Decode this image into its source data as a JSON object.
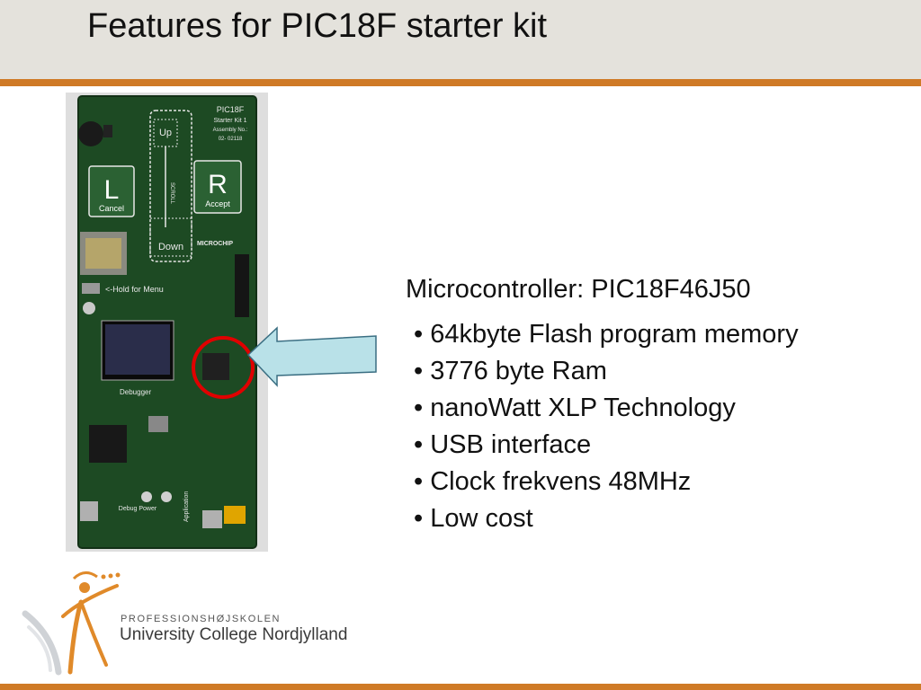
{
  "slide": {
    "title": "Features for PIC18F starter kit",
    "heading": "Microcontroller: PIC18F46J50",
    "features": [
      "• 64kbyte Flash program memory",
      "• 3776 byte Ram",
      "• nanoWatt XLP Technology",
      "• USB interface",
      "• Clock frekvens 48MHz",
      "• Low cost"
    ]
  },
  "board": {
    "top_label": "PIC18F",
    "kit_label": "Starter Kit 1",
    "assembly_label": "Assembly No.:",
    "assembly_no": "02- 02118",
    "up": "Up",
    "down": "Down",
    "scroll": "SCROLL",
    "left_key": "L",
    "left_label": "Cancel",
    "right_key": "R",
    "right_label": "Accept",
    "brand": "MICROCHIP",
    "hold": "<-Hold for Menu",
    "debugger": "Debugger",
    "debug_power": "Debug Power",
    "application": "Application"
  },
  "logo": {
    "small": "PROFESSIONSHØJSKOLEN",
    "large": "University College Nordjylland"
  },
  "colors": {
    "accent": "#cf7a26",
    "header_bg": "#e4e2dc",
    "pcb": "#1d4a23",
    "arrow_fill": "#b9e1e8",
    "highlight": "#e00000"
  }
}
